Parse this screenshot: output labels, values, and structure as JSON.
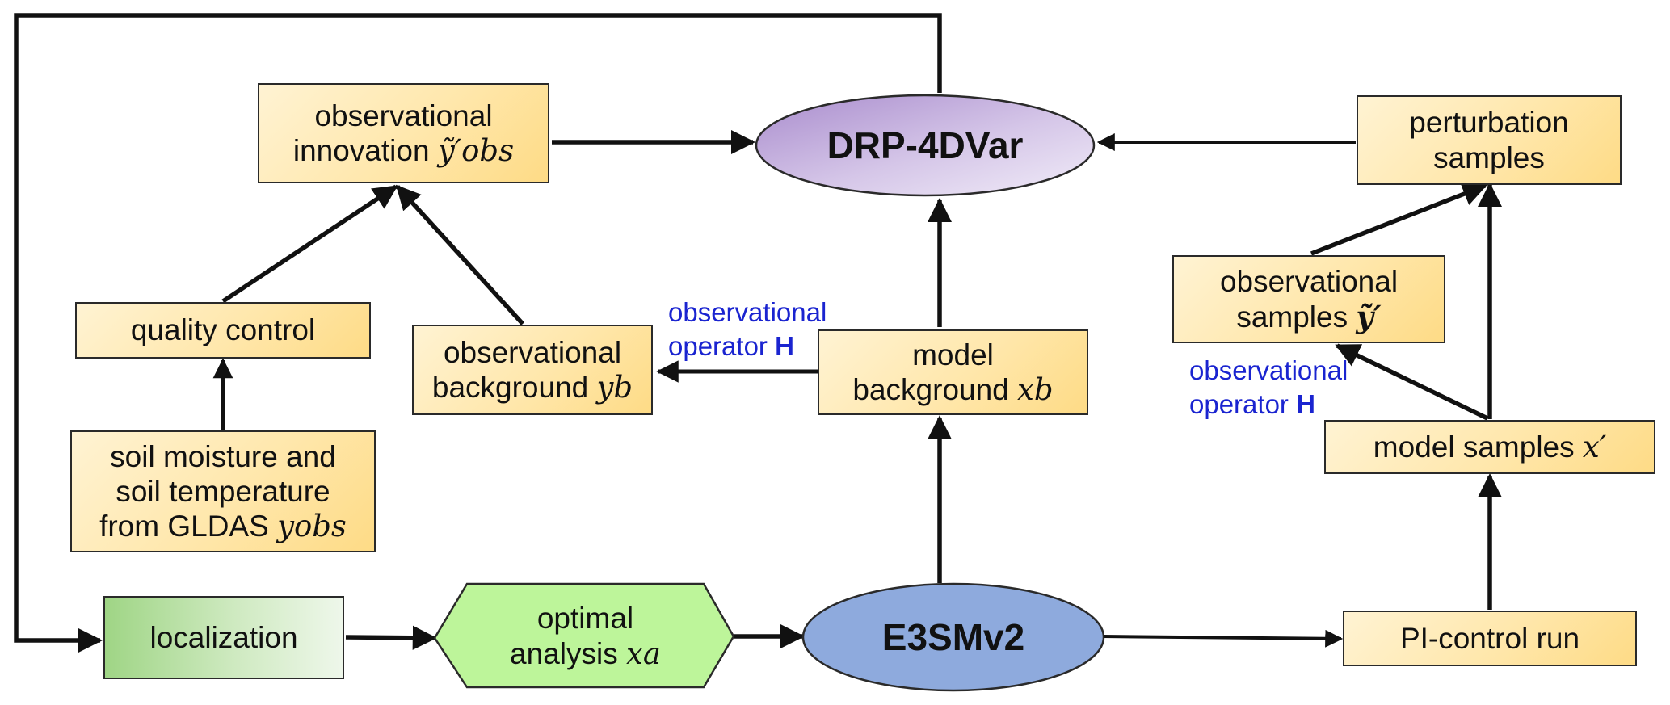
{
  "nodes": {
    "innovation": {
      "line1": "observational",
      "line2_text": "innovation ",
      "line2_math": "ỹ′obs"
    },
    "drp": {
      "label": "DRP-4DVar"
    },
    "perturbation": {
      "line1": "perturbation",
      "line2": "samples"
    },
    "quality": {
      "label": "quality control"
    },
    "obs_background": {
      "line1": "observational",
      "line2_text": "background ",
      "line2_math": "yb"
    },
    "model_background": {
      "line1": "model",
      "line2_text": "background ",
      "line2_math": "xb"
    },
    "obs_samples": {
      "line1": "observational",
      "line2_text": "samples ",
      "line2_math": "ỹ′"
    },
    "model_samples": {
      "text": "model samples ",
      "math": "x′"
    },
    "soil": {
      "line1": "soil moisture and",
      "line2": "soil temperature",
      "line3_text": "from GLDAS ",
      "line3_math": "yobs"
    },
    "localization": {
      "label": "localization"
    },
    "optimal": {
      "line1": "optimal",
      "line2_text": "analysis ",
      "line2_math": "xa"
    },
    "e3sm": {
      "label": "E3SMv2"
    },
    "pi_control": {
      "label": "PI-control run"
    }
  },
  "edge_labels": {
    "obs_operator_left": {
      "line1": "observational",
      "line2_text": "operator ",
      "line2_bold": "H"
    },
    "obs_operator_right": {
      "line1": "observational",
      "line2_text": "operator ",
      "line2_bold": "H"
    }
  },
  "colors": {
    "box_fill": "#ffe7ab",
    "drp_fill": "#c9b3dd",
    "e3sm_fill": "#8eaadd",
    "optimal_fill": "#bdf59a",
    "localization_fill": "#b9e3a6",
    "label_blue": "#1a24d0",
    "stroke": "#111111"
  }
}
